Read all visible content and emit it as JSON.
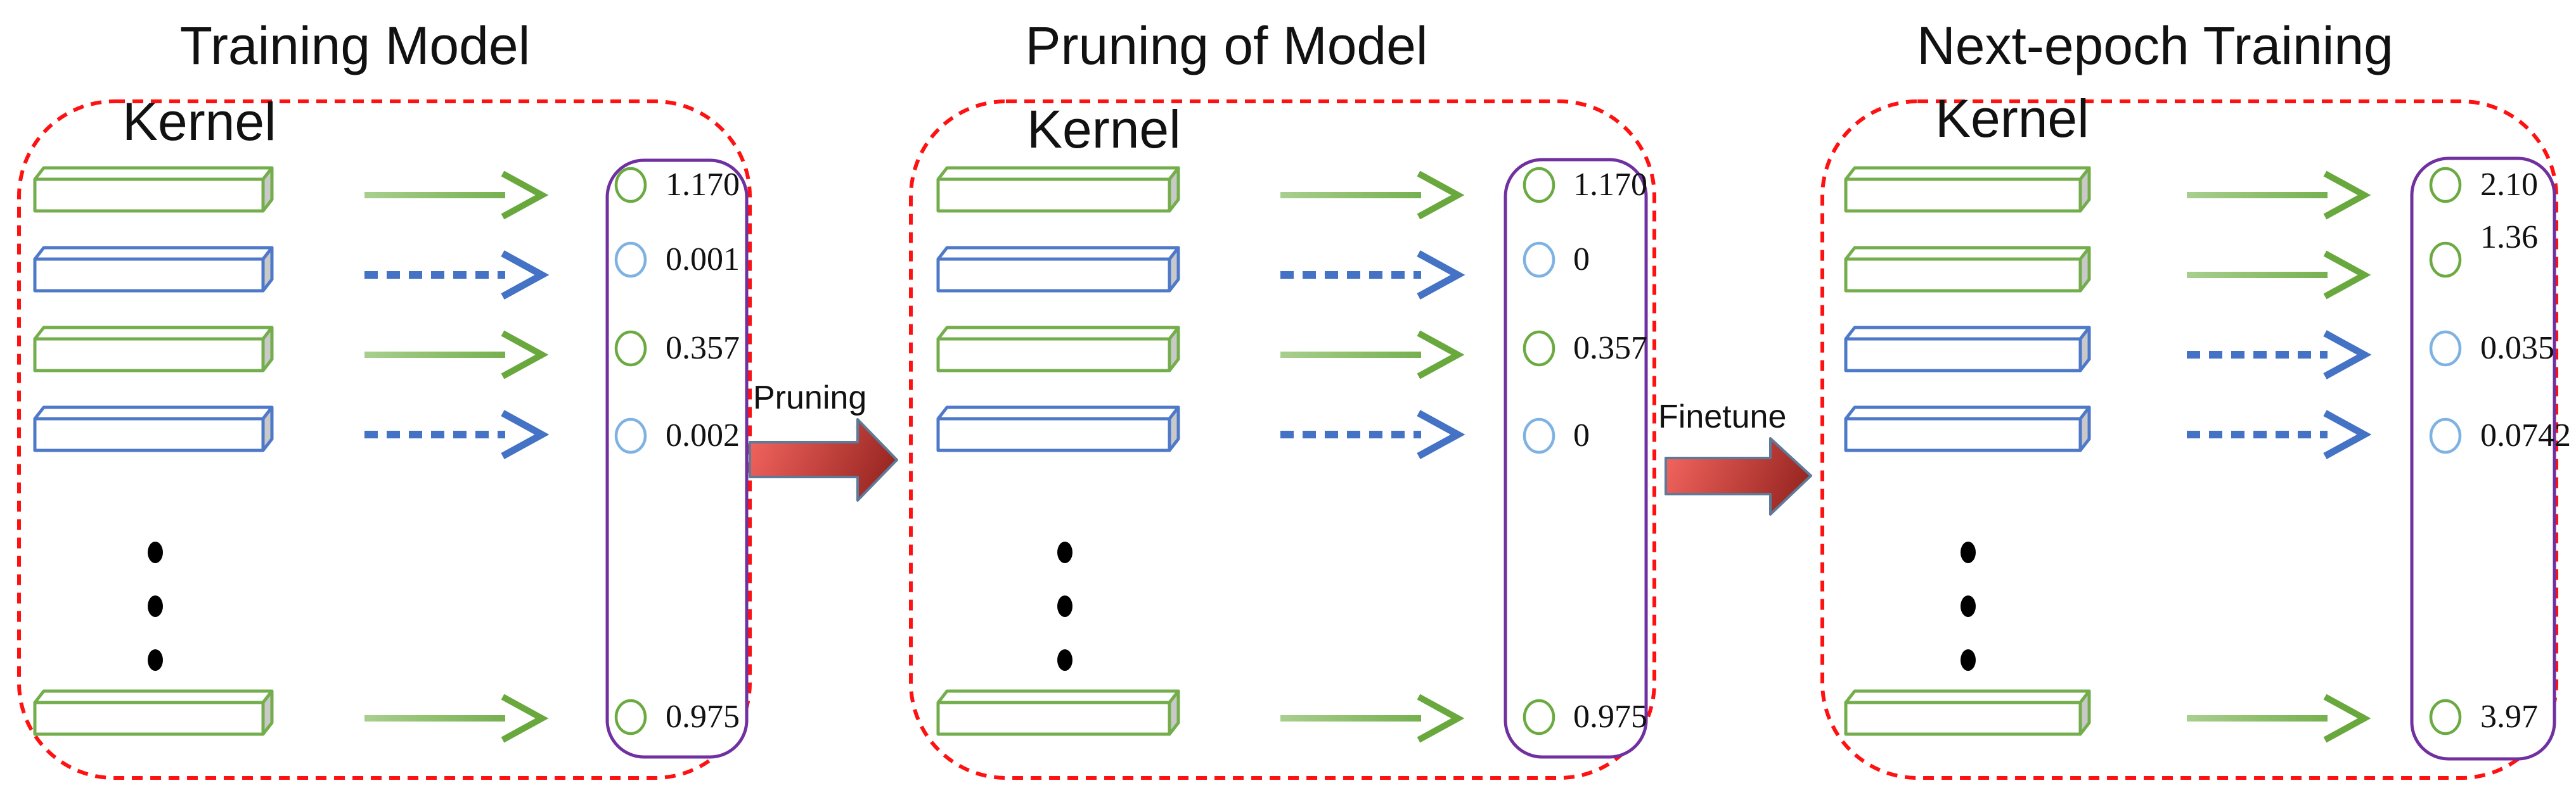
{
  "figure": {
    "panels": [
      {
        "title": "Training Model",
        "kernel_label": "Kernel",
        "rows": [
          {
            "value": "1.170",
            "kernel": "green",
            "arrow": "solid"
          },
          {
            "value": "0.001",
            "kernel": "blue",
            "arrow": "dashed"
          },
          {
            "value": "0.357",
            "kernel": "green",
            "arrow": "solid"
          },
          {
            "value": "0.002",
            "kernel": "blue",
            "arrow": "dashed"
          },
          {
            "value": "0.975",
            "kernel": "green",
            "arrow": "solid"
          }
        ]
      },
      {
        "title": "Pruning of Model",
        "kernel_label": "Kernel",
        "rows": [
          {
            "value": "1.170",
            "kernel": "green",
            "arrow": "solid"
          },
          {
            "value": "0",
            "kernel": "blue",
            "arrow": "dashed"
          },
          {
            "value": "0.357",
            "kernel": "green",
            "arrow": "solid"
          },
          {
            "value": "0",
            "kernel": "blue",
            "arrow": "dashed"
          },
          {
            "value": "0.975",
            "kernel": "green",
            "arrow": "solid"
          }
        ]
      },
      {
        "title": "Next-epoch Training",
        "kernel_label": "Kernel",
        "rows": [
          {
            "value": "2.10",
            "kernel": "green",
            "arrow": "solid"
          },
          {
            "value": "1.36",
            "kernel": "green",
            "arrow": "solid"
          },
          {
            "value": "0.035",
            "kernel": "blue",
            "arrow": "dashed"
          },
          {
            "value": "0.0742",
            "kernel": "blue",
            "arrow": "dashed"
          },
          {
            "value": "3.97",
            "kernel": "green",
            "arrow": "solid"
          }
        ]
      }
    ],
    "transitions": [
      {
        "label": "Pruning"
      },
      {
        "label": "Finetune"
      }
    ],
    "colors": {
      "kernel_green": "#74AE4C",
      "kernel_blue": "#4E79C9",
      "arrow_green": "#68A83D",
      "arrow_green_light": "#A9CF8F",
      "arrow_blue": "#4472C4",
      "circle_green": "#6BAA41",
      "circle_blue": "#7EB2E2",
      "bar_side_gray": "#C9C9C9",
      "panel_border_red": "#FF1111",
      "score_box_purple": "#7030A0",
      "transition_arrow_red_light": "#F4655F",
      "transition_arrow_red_dark": "#8E1F1B",
      "transition_arrow_outline": "#5D7A99",
      "dots_black": "#000000",
      "text_black": "#111111"
    }
  }
}
